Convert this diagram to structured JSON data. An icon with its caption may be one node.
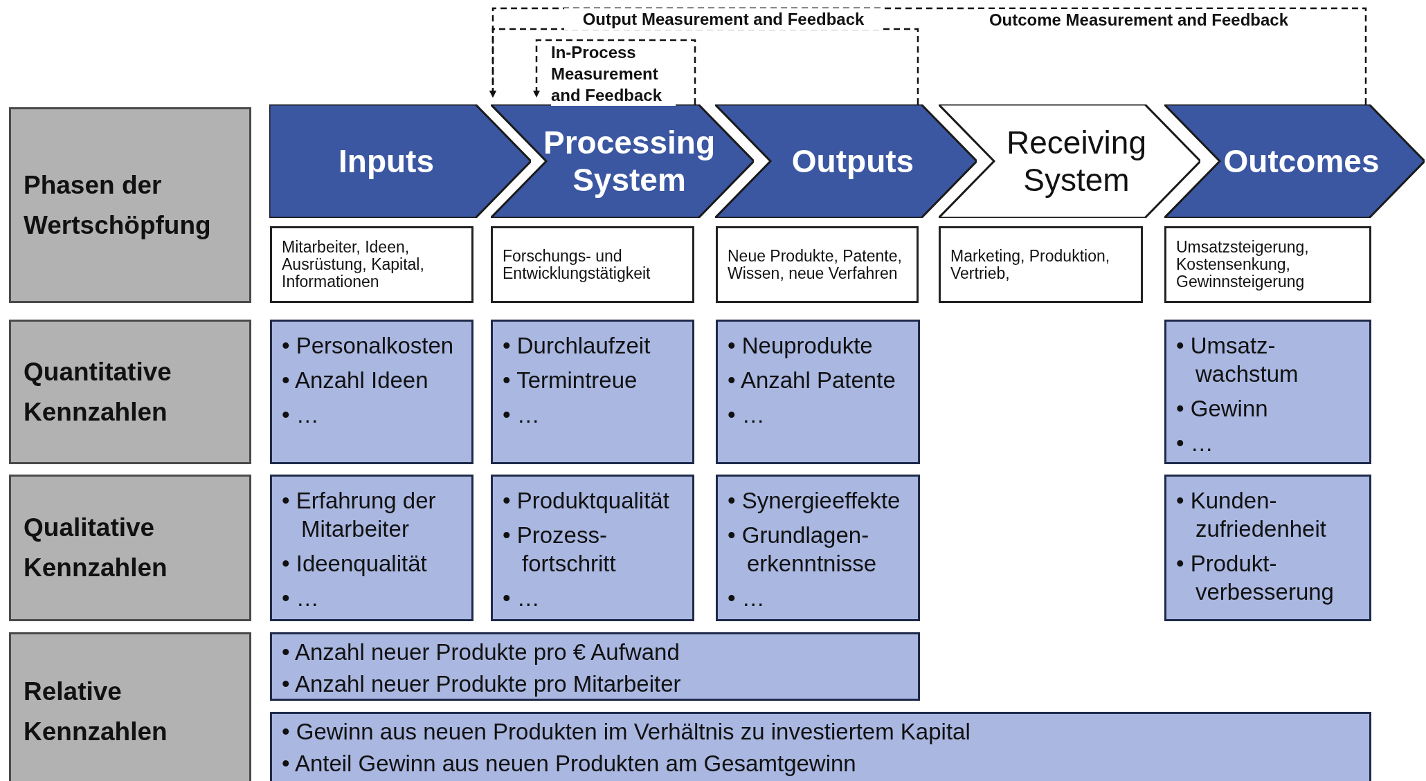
{
  "diagram": {
    "nodes": [
      {
        "text": [
          "Phasen der Wertschöpfung"
        ]
      },
      {
        "text": [
          "Inputs"
        ]
      },
      {
        "text": [
          "Processing System"
        ]
      },
      {
        "text": [
          "Outputs"
        ]
      },
      {
        "text": [
          "Receiving System"
        ]
      },
      {
        "text": [
          "Outcomes"
        ]
      },
      {
        "text": [
          "Mitarbeiter, Ideen, Ausrüstung, Kapital, Informationen"
        ]
      },
      {
        "text": [
          "Forschungs- und Entwicklungstätigkeit"
        ]
      },
      {
        "text": [
          "Neue Produkte, Patente, Wissen, neue Verfahren"
        ]
      },
      {
        "text": [
          "Marketing, Produktion, Vertrieb,"
        ]
      },
      {
        "text": [
          "Umsatzsteigerung, Kostensenkung, Gewinnsteigerung"
        ]
      },
      {
        "text": [
          "Quantitative Kennzahlen"
        ]
      },
      {
        "text": [
          "• Personalkosten",
          "• Anzahl Ideen",
          "• …"
        ]
      },
      {
        "text": [
          "• Durchlaufzeit",
          "• Termintreue",
          "• …"
        ]
      },
      {
        "text": [
          "• Neuprodukte",
          "• Anzahl Patente",
          "• …"
        ]
      },
      {
        "text": [
          "• Umsatz- wachstum",
          "• Gewinn",
          "• …"
        ]
      },
      {
        "text": [
          "Qualitative Kennzahlen"
        ]
      },
      {
        "text": [
          "• Erfahrung der Mitarbeiter",
          "• Ideenqualität",
          "• …"
        ]
      },
      {
        "text": [
          "• Produktqualität",
          "• Prozess- fortschritt",
          "• …"
        ]
      },
      {
        "text": [
          "• Synergieeffekte",
          "• Grundlagen- erkenntnisse",
          "• …"
        ]
      },
      {
        "text": [
          "• Kunden- zufriedenheit",
          "• Produkt- verbesserung"
        ]
      },
      {
        "text": [
          "Relative Kennzahlen"
        ]
      },
      {
        "text": [
          "• Anzahl neuer Produkte pro € Aufwand",
          "• Anzahl neuer Produkte pro Mitarbeiter"
        ]
      },
      {
        "text": [
          "• Gewinn aus neuen Produkten im Verhältnis zu investiertem Kapital",
          "• Anteil Gewinn aus neuen Produkten am Gesamtgewinn"
        ]
      }
    ],
    "edges": [
      {
        "from": 2,
        "to": 2,
        "arrow": "to",
        "style": "dashed",
        "label": "In-Process Measurement and Feedback"
      },
      {
        "from": 3,
        "to": 2,
        "arrow": "to",
        "style": "dashed",
        "label": "Output Measurement and Feedback"
      },
      {
        "from": 5,
        "to": 2,
        "arrow": "to",
        "style": "dashed",
        "label": "Outcome Measurement and Feedback"
      }
    ]
  }
}
